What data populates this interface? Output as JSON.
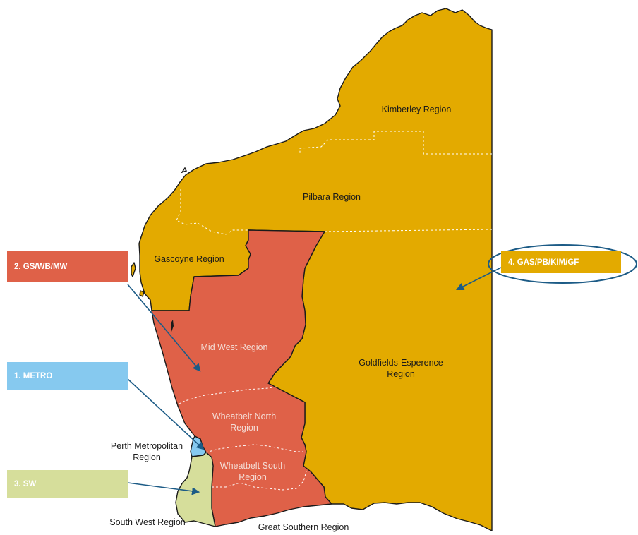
{
  "map": {
    "colors": {
      "outer_zone": "#e3aa00",
      "midwest_zone": "#df6148",
      "metro_zone": "#86c9ef",
      "southwest_zone": "#d6de9b",
      "arrow": "#1c5b86",
      "outline": "#1a1a1a",
      "boundary_dashed": "#ffffff"
    },
    "regions": {
      "kimberley": "Kimberley Region",
      "pilbara": "Pilbara Region",
      "gascoyne": "Gascoyne Region",
      "goldfields_line1": "Goldfields-Esperence",
      "goldfields_line2": "Region",
      "midwest": "Mid West Region",
      "wheatbelt_north_line1": "Wheatbelt North",
      "wheatbelt_north_line2": "Region",
      "wheatbelt_south_line1": "Wheatbelt South",
      "wheatbelt_south_line2": "Region",
      "perth_line1": "Perth Metropolitan",
      "perth_line2": "Region",
      "southwest": "South West Region",
      "great_southern": "Great Southern Region"
    },
    "callouts": {
      "gs_wb_mw": "2. GS/WB/MW",
      "metro": "1. METRO",
      "sw": "3. SW",
      "gas_pb_kim_gf": "4. GAS/PB/KIM/GF"
    }
  }
}
